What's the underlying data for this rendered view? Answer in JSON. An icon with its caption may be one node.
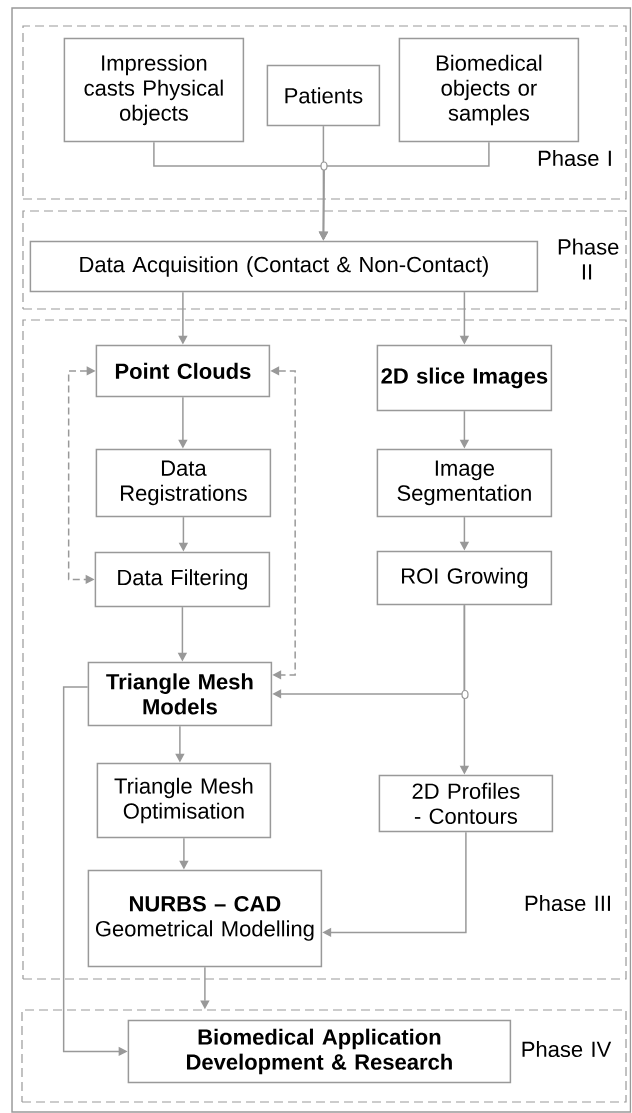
{
  "diagram": {
    "nodes": [
      {
        "text": [
          "Phase I"
        ]
      },
      {
        "text": [
          "Impression casts Physical objects"
        ],
        "in": 0
      },
      {
        "text": [
          "Patients"
        ],
        "in": 0
      },
      {
        "text": [
          "Biomedical objects or samples"
        ],
        "in": 0
      },
      {
        "text": [
          "Phase II"
        ]
      },
      {
        "text": [
          "Data Acquisition (Contact & Non-Contact)"
        ],
        "in": 4
      },
      {
        "text": [
          "Phase III"
        ]
      },
      {
        "text": [
          "Point Clouds"
        ],
        "in": 6
      },
      {
        "text": [
          "2D slice Images"
        ],
        "in": 6
      },
      {
        "text": [
          "Data Registrations"
        ],
        "in": 6
      },
      {
        "text": [
          "Image Segmentation"
        ],
        "in": 6
      },
      {
        "text": [
          "Data Filtering"
        ],
        "in": 6
      },
      {
        "text": [
          "ROI Growing"
        ],
        "in": 6
      },
      {
        "text": [
          "Triangle Mesh Models"
        ],
        "in": 6
      },
      {
        "text": [
          "Triangle Mesh Optimisation"
        ],
        "in": 6
      },
      {
        "text": [
          "2D Profiles - Contours"
        ],
        "in": 6
      },
      {
        "text": [
          "NURBS – CAD",
          "Geometrical Modelling"
        ],
        "in": 6
      },
      {
        "text": [
          "Phase IV"
        ]
      },
      {
        "text": [
          "Biomedical Application Development & Research"
        ],
        "in": 17
      }
    ],
    "edges": [
      {
        "from": 1,
        "to": 5,
        "arrow": "to"
      },
      {
        "from": 2,
        "to": 5,
        "arrow": "to"
      },
      {
        "from": 3,
        "to": 5,
        "arrow": "to"
      },
      {
        "from": 5,
        "to": 7,
        "arrow": "to"
      },
      {
        "from": 5,
        "to": 8,
        "arrow": "to"
      },
      {
        "from": 7,
        "to": 9,
        "arrow": "to"
      },
      {
        "from": 9,
        "to": 11,
        "arrow": "to"
      },
      {
        "from": 11,
        "to": 13,
        "arrow": "to"
      },
      {
        "from": 7,
        "to": 11,
        "arrow": "both",
        "style": "dashed"
      },
      {
        "from": 7,
        "to": 13,
        "arrow": "both",
        "style": "dashed"
      },
      {
        "from": 8,
        "to": 10,
        "arrow": "to"
      },
      {
        "from": 10,
        "to": 12,
        "arrow": "to"
      },
      {
        "from": 12,
        "to": 13,
        "arrow": "to"
      },
      {
        "from": 12,
        "to": 15,
        "arrow": "to"
      },
      {
        "from": 13,
        "to": 14,
        "arrow": "to"
      },
      {
        "from": 14,
        "to": 16,
        "arrow": "to"
      },
      {
        "from": 15,
        "to": 16,
        "arrow": "to"
      },
      {
        "from": 16,
        "to": 17,
        "arrow": "to"
      },
      {
        "from": 13,
        "to": 18,
        "arrow": "to"
      }
    ]
  }
}
